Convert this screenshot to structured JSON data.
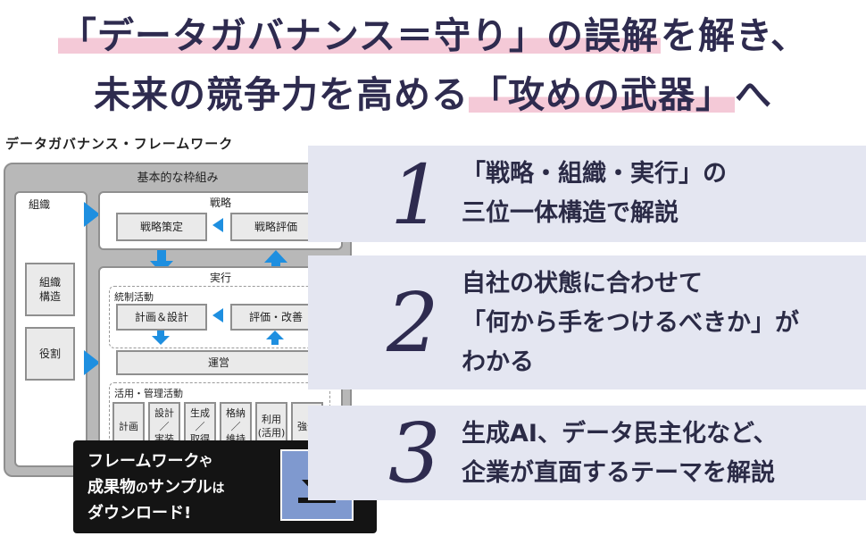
{
  "headline": {
    "line1_a": "「データガバナンス＝守り」の誤解",
    "line1_b": "を解き、",
    "line2_a": "未来の競争力を高める",
    "line2_b": "「攻めの武器」",
    "line2_c": "へ"
  },
  "framework": {
    "title": "データガバナンス・フレームワーク",
    "outer_title": "基本的な枠組み",
    "organization": {
      "label": "組織",
      "boxes": [
        "組織\n構造",
        "役割"
      ]
    },
    "strategy": {
      "label": "戦略",
      "boxes": [
        "戦略策定",
        "戦略評価"
      ]
    },
    "execution": {
      "label": "実行",
      "control_label": "統制活動",
      "control_boxes": [
        "計画＆設計",
        "評価・改善"
      ],
      "operation": "運営",
      "utilization_label": "活用・管理活動",
      "utilization_boxes": [
        "計画",
        "設計\n／\n実装",
        "生成\n／\n取得",
        "格納\n／\n維持",
        "利用\n(活用)",
        "強化"
      ]
    }
  },
  "cta": {
    "line1_a": "フレームワーク",
    "line1_b": "や",
    "line2_a": "成果物",
    "line2_b": "の",
    "line2_c": "サンプル",
    "line2_d": "は",
    "line3": "ダウンロード!",
    "icon": "download-icon"
  },
  "features": [
    {
      "number": "1",
      "lines": [
        "「戦略・組織・実行」の",
        "三位一体構造で解説"
      ]
    },
    {
      "number": "2",
      "lines": [
        "自社の状態に合わせて",
        "「何から手をつけるべきか」が",
        "わかる"
      ]
    },
    {
      "number": "3",
      "lines": [
        "生成AI、データ民主化など、",
        "企業が直面するテーマを解説"
      ]
    }
  ],
  "colors": {
    "headline": "#2e2b4f",
    "highlight": "#f4c9d7",
    "arrow": "#1e8fe0",
    "panel": "#e4e6f1",
    "cta_bg": "#141414",
    "cta_icon": "#7f99cf"
  }
}
